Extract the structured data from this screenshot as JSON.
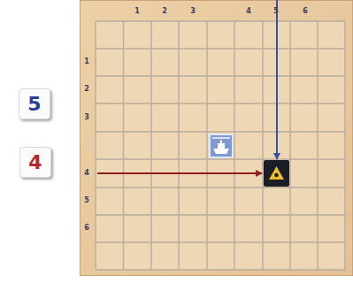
{
  "diagram": {
    "nodes": [
      {
        "text": [
          "5"
        ]
      },
      {
        "text": [
          "4"
        ]
      }
    ],
    "labels": [
      "1",
      "2",
      "3",
      "4",
      "5",
      "6",
      "1",
      "2",
      "3",
      "4",
      "5",
      "6"
    ]
  }
}
